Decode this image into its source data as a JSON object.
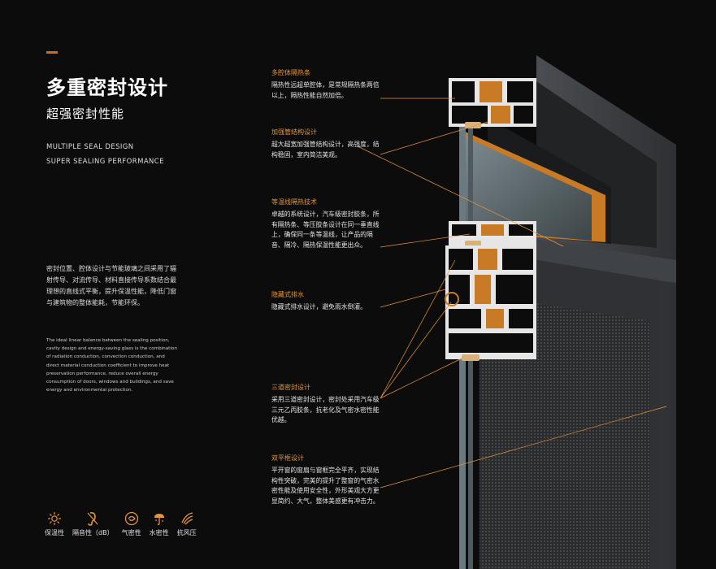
{
  "header": {
    "title_cn": "多重密封设计",
    "subtitle_cn": "超强密封性能",
    "title_en_line1": "MULTIPLE SEAL DESIGN",
    "title_en_line2": "SUPER SEALING PERFORMANCE"
  },
  "description": {
    "cn": "密封位置、腔体设计与节能玻璃之间采用了辐射传导、对流传导、材料直接传导系数结合最理想的直线式平衡，提升保温性能，降低门窗与建筑物的整体能耗，节能环保。",
    "en": "The ideal linear balance between the sealing position, cavity design and energy-saving glass is the combination of radiation conduction, convection conduction, and direct material conduction coefficient to improve heat preservation performance, reduce overall energy consumption of doors, windows and buildings, and save energy and environmental protection."
  },
  "features": [
    {
      "icon": "sun-insulation-icon",
      "label": "保温性"
    },
    {
      "icon": "sound-insulation-icon",
      "label": "隔音性（dB）"
    },
    {
      "icon": "airtight-icon",
      "label": "气密性"
    },
    {
      "icon": "watertight-icon",
      "label": "水密性"
    },
    {
      "icon": "wind-resistance-icon",
      "label": "抗风压"
    }
  ],
  "callouts": [
    {
      "title": "多腔体隔热条",
      "body": "隔热性远超单腔体，是常规隔热条两倍以上，隔热性能自然加倍。"
    },
    {
      "title": "加强管结构设计",
      "body": "超大超宽加强管结构设计，高强度，结构稳固，室内简洁美观。"
    },
    {
      "title": "等温线隔热技术",
      "body": "卓越的系统设计，汽车级密封胶条，所有隔热条、等压胶条设计在同一垂直线上，确保同一条等温线，让产品的隔音、隔冷、隔热保温性能更出众。"
    },
    {
      "title": "隐藏式排水",
      "body": "隐藏式排水设计，避免雨水倒灌。"
    },
    {
      "title": "三道密封设计",
      "body": "采用三道密封设计，密封处采用汽车级三元乙丙胶条，抗老化及气密水密性能优越。"
    },
    {
      "title": "双平框设计",
      "body": "平开窗的窗扇与窗框完全平齐，实现结构性突破，完美的提升了整窗的气密水密性能及使用安全性，外形美观大方更显简约、大气，整体美感更有冲击力。"
    }
  ],
  "colors": {
    "background": "#0c0c0c",
    "accent": "#e6953c",
    "frame": "#3b3d40"
  }
}
